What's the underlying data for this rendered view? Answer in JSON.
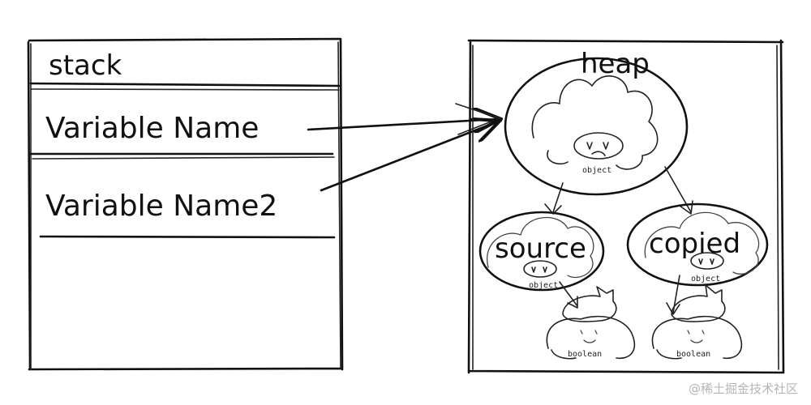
{
  "stack": {
    "title": "stack",
    "rows": [
      "Variable Name",
      "Variable Name2"
    ]
  },
  "heap": {
    "title": "heap",
    "root_type": "object",
    "children": [
      {
        "label": "source",
        "type": "object",
        "child_type": "boolean"
      },
      {
        "label": "copied",
        "type": "object",
        "child_type": "boolean"
      }
    ]
  },
  "watermark": "@稀土掘金技术社区"
}
